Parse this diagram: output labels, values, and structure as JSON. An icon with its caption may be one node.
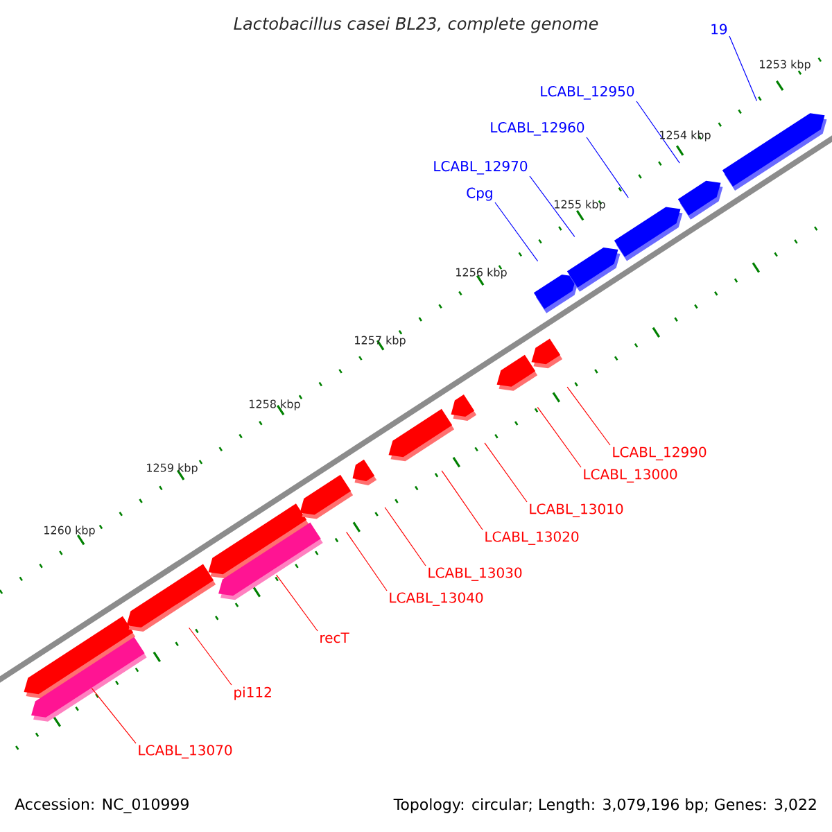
{
  "diagram": {
    "title": "Lactobacillus casei BL23, complete genome",
    "nodes": [
      {
        "text": [
          "19"
        ]
      },
      {
        "text": [
          "LCABL_12950"
        ]
      },
      {
        "text": [
          "LCABL_12960"
        ]
      },
      {
        "text": [
          "LCABL_12970"
        ]
      },
      {
        "text": [
          "Cpg"
        ]
      },
      {
        "text": [
          "LCABL_12990"
        ]
      },
      {
        "text": [
          "LCABL_13000"
        ]
      },
      {
        "text": [
          "LCABL_13010"
        ]
      },
      {
        "text": [
          "LCABL_13020"
        ]
      },
      {
        "text": [
          "LCABL_13030"
        ]
      },
      {
        "text": [
          "LCABL_13040"
        ]
      },
      {
        "text": [
          "recT"
        ]
      },
      {
        "text": [
          "pi112"
        ]
      },
      {
        "text": [
          "LCABL_13070"
        ]
      },
      {
        "text": [],
        "shape": "arrow"
      },
      {
        "text": [],
        "shape": "arrow"
      },
      {
        "text": [],
        "shape": "arrow"
      },
      {
        "text": [],
        "shape": "arrow"
      },
      {
        "text": [],
        "shape": "arrow"
      },
      {
        "text": [],
        "shape": "arrow"
      },
      {
        "text": [],
        "shape": "arrow"
      },
      {
        "text": [],
        "shape": "arrow"
      },
      {
        "text": [],
        "shape": "arrow"
      },
      {
        "text": [],
        "shape": "arrow"
      },
      {
        "text": [],
        "shape": "arrow"
      },
      {
        "text": [],
        "shape": "arrow"
      },
      {
        "text": [],
        "shape": "arrow"
      },
      {
        "text": [],
        "shape": "arrow"
      },
      {
        "text": [],
        "shape": "arrow"
      },
      {
        "text": [],
        "shape": "arrow"
      }
    ],
    "edges": [
      {
        "from": 0,
        "to": 18,
        "arrow": "none",
        "color": "#0000ff"
      },
      {
        "from": 1,
        "to": 17,
        "arrow": "none",
        "color": "#0000ff"
      },
      {
        "from": 2,
        "to": 16,
        "arrow": "none",
        "color": "#0000ff"
      },
      {
        "from": 3,
        "to": 15,
        "arrow": "none",
        "color": "#0000ff"
      },
      {
        "from": 4,
        "to": 14,
        "arrow": "none",
        "color": "#0000ff"
      },
      {
        "from": 5,
        "to": 27,
        "arrow": "none"
      },
      {
        "from": 6,
        "to": 26,
        "arrow": "none"
      },
      {
        "from": 7,
        "to": 25,
        "arrow": "none"
      },
      {
        "from": 8,
        "to": 24,
        "arrow": "none"
      },
      {
        "from": 9,
        "to": 23,
        "arrow": "none"
      },
      {
        "from": 10,
        "to": 22,
        "arrow": "none"
      },
      {
        "from": 11,
        "to": 29,
        "arrow": "none"
      },
      {
        "from": 12,
        "to": 20,
        "arrow": "none"
      },
      {
        "from": 13,
        "to": 28,
        "arrow": "none"
      }
    ],
    "labels": [
      "1253 kbp",
      "1254 kbp",
      "1255 kbp",
      "1256 kbp",
      "1257 kbp",
      "1258 kbp",
      "1259 kbp",
      "1260 kbp",
      "Accession: NC_010999",
      "Topology: circular; Length: 3,079,196 bp; Genes: 3,022"
    ]
  }
}
